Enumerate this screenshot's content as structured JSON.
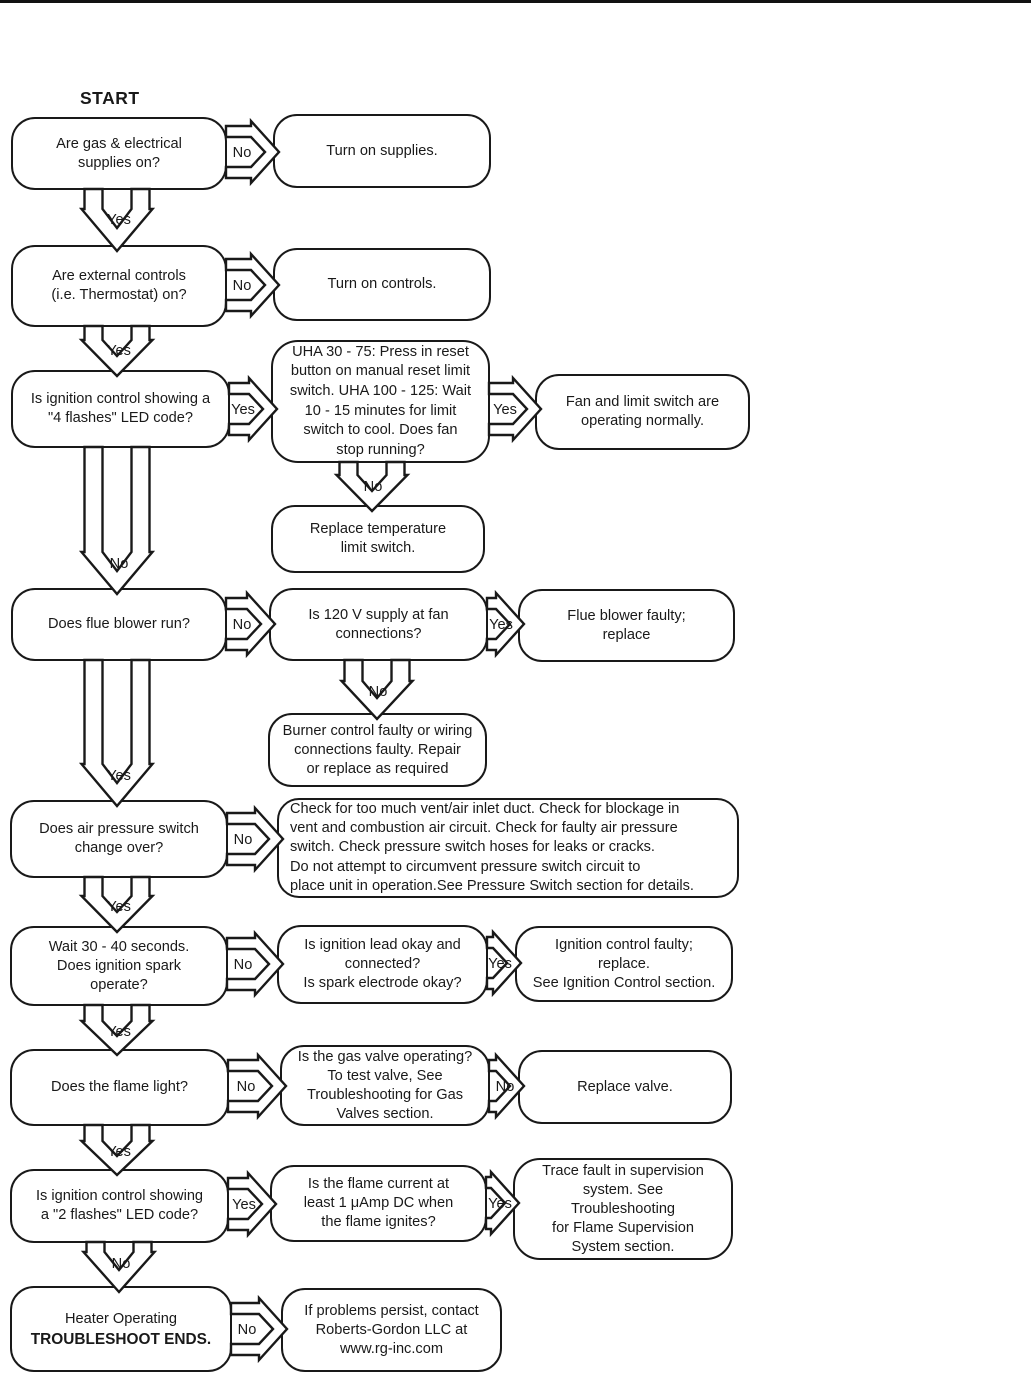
{
  "page": {
    "title": "START"
  },
  "labels": {
    "yes": "Yes",
    "no": "No"
  },
  "colors": {
    "ink": "#191919",
    "background": "#ffffff"
  },
  "nodes": {
    "supplies_q": {
      "text": "Are gas & electrical\nsupplies on?"
    },
    "supplies_fix": {
      "text": "Turn on supplies."
    },
    "controls_q": {
      "text": "Are external controls\n(i.e. Thermostat) on?"
    },
    "controls_fix": {
      "text": "Turn on controls."
    },
    "four_flashes_q": {
      "text": "Is ignition control showing a\n\"4 flashes\" LED code?"
    },
    "limit_switch_q": {
      "text": "UHA 30 - 75: Press in reset\nbutton on manual reset limit\nswitch. UHA 100 - 125: Wait\n10 - 15 minutes for limit\nswitch to cool. Does fan\nstop running?"
    },
    "fan_ok": {
      "text": "Fan and limit switch are\noperating normally."
    },
    "replace_limit": {
      "text": "Replace temperature\nlimit switch."
    },
    "flue_q": {
      "text": "Does flue blower run?"
    },
    "supply120_q": {
      "text": "Is 120 V supply at fan\nconnections?"
    },
    "flue_faulty": {
      "text": "Flue blower faulty;\nreplace"
    },
    "burner_faulty": {
      "text": "Burner control faulty or wiring\nconnections faulty. Repair\nor replace as required"
    },
    "pressure_q": {
      "text": "Does air pressure switch\nchange over?"
    },
    "pressure_checks": {
      "text": "Check for too much vent/air inlet duct. Check for blockage in\nvent and combustion air circuit. Check for faulty air pressure\nswitch. Check pressure switch hoses for leaks or cracks.\nDo not attempt to circumvent pressure switch circuit to\nplace unit in operation.See Pressure Switch section for details."
    },
    "spark_q": {
      "text": "Wait 30 - 40 seconds.\nDoes ignition spark\noperate?"
    },
    "lead_q": {
      "text": "Is ignition lead okay and\nconnected?\nIs spark electrode okay?"
    },
    "ignition_faulty": {
      "text": "Ignition control faulty;\nreplace.\nSee Ignition Control section."
    },
    "flame_q": {
      "text": "Does the flame light?"
    },
    "gas_valve_q": {
      "text": "Is the gas valve operating?\nTo test valve, See\nTroubleshooting for Gas\nValves section."
    },
    "replace_valve": {
      "text": "Replace valve."
    },
    "two_flashes_q": {
      "text": "Is ignition control showing\na \"2 flashes\" LED code?"
    },
    "flame_current_q": {
      "text": "Is the flame current at\nleast 1 μAmp DC when\nthe flame ignites?"
    },
    "supervision_fault": {
      "text": "Trace fault in supervision\nsystem. See\nTroubleshooting\nfor Flame Supervision\nSystem section."
    },
    "heater_ok": {
      "line1": "Heater Operating",
      "line2": "TROUBLESHOOT ENDS."
    },
    "contact": {
      "text": "If problems persist, contact\nRoberts-Gordon LLC at\nwww.rg-inc.com"
    }
  }
}
